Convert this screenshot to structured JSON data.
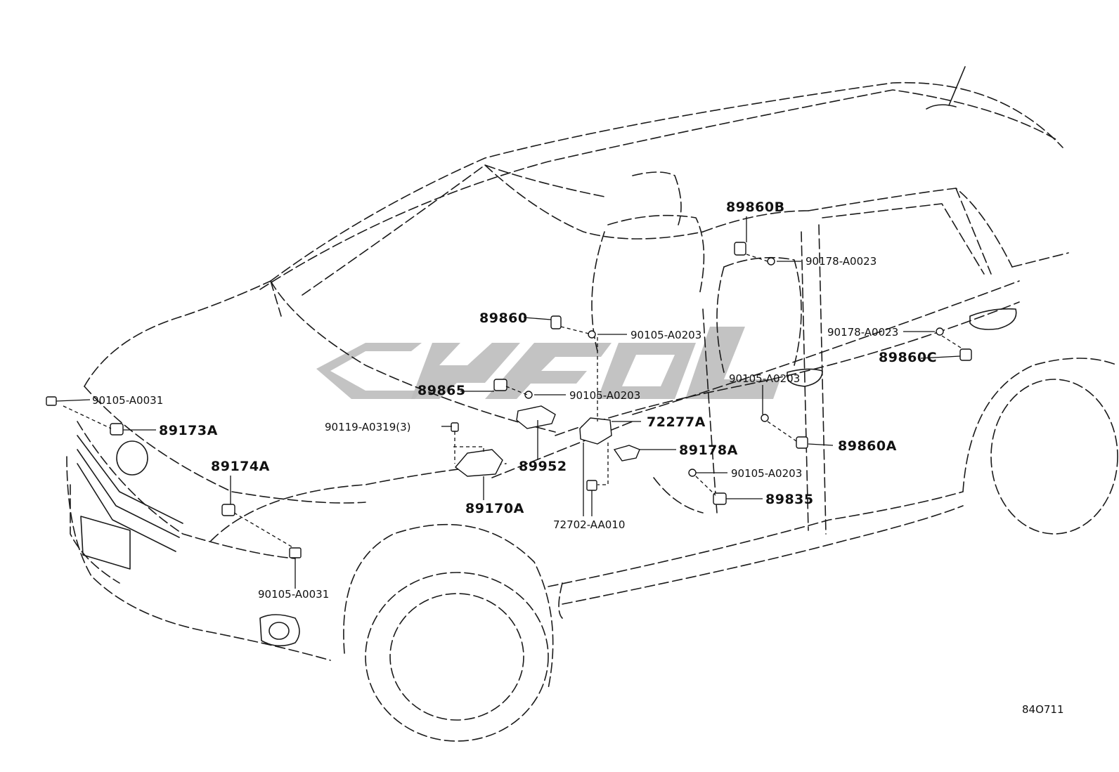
{
  "diagram": {
    "code": "84O711",
    "callouts": {
      "p89860B": "89860B",
      "p90178_1": "90178-A0023",
      "p89860": "89860",
      "p90105_A0203_1": "90105-A0203",
      "p90178_2": "90178-A0023",
      "p89860C": "89860C",
      "p90105_A0203_2": "90105-A0203",
      "p89865": "89865",
      "p90105_A0203_3": "90105-A0203",
      "p90105_A0031_1": "90105-A0031",
      "p89173A": "89173A",
      "p90119": "90119-A0319(3)",
      "p72277A": "72277A",
      "p89178A": "89178A",
      "p89860A": "89860A",
      "p89174A": "89174A",
      "p89952": "89952",
      "p90105_A0203_4": "90105-A0203",
      "p89835": "89835",
      "p89170A": "89170A",
      "p72702": "72702-AA010",
      "p90105_A0031_2": "90105-A0031"
    }
  }
}
